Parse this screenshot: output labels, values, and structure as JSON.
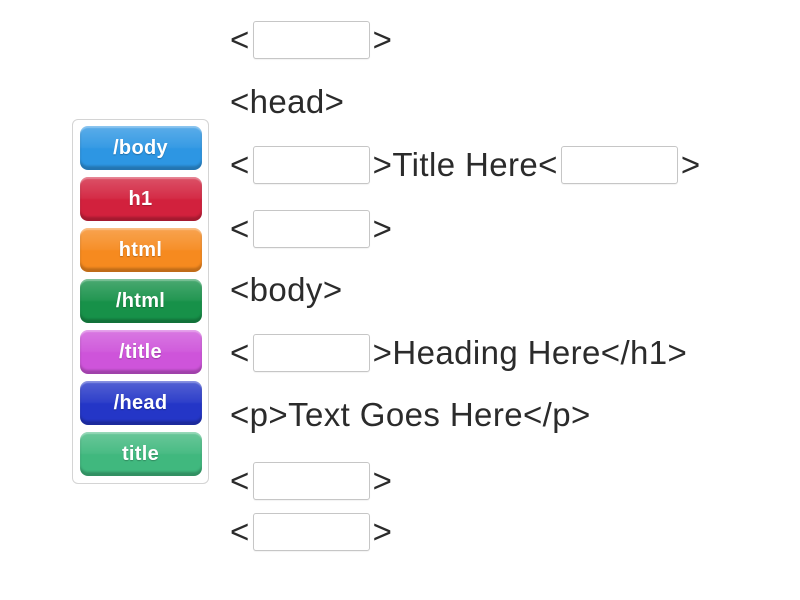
{
  "page": {
    "background": "#ffffff",
    "code_text_color": "#2b2b2b",
    "slot_border_color": "#c6c6c6"
  },
  "word_bank": {
    "tokens": [
      {
        "label": "/body",
        "color": "#2D96E3"
      },
      {
        "label": "h1",
        "color": "#D2213D"
      },
      {
        "label": "html",
        "color": "#F68A1F"
      },
      {
        "label": "/html",
        "color": "#179149"
      },
      {
        "label": "/title",
        "color": "#CE54DA"
      },
      {
        "label": "/head",
        "color": "#2436C7"
      },
      {
        "label": "title",
        "color": "#40B87E"
      }
    ]
  },
  "exercise": {
    "lines": [
      {
        "segments": [
          {
            "type": "text",
            "value": "<"
          },
          {
            "type": "blank"
          },
          {
            "type": "text",
            "value": ">"
          }
        ]
      },
      {
        "segments": [
          {
            "type": "text",
            "value": "<head>"
          }
        ]
      },
      {
        "segments": [
          {
            "type": "text",
            "value": "<"
          },
          {
            "type": "blank"
          },
          {
            "type": "text",
            "value": ">Title Here<"
          },
          {
            "type": "blank"
          },
          {
            "type": "text",
            "value": ">"
          }
        ]
      },
      {
        "segments": [
          {
            "type": "text",
            "value": "<"
          },
          {
            "type": "blank"
          },
          {
            "type": "text",
            "value": ">"
          }
        ]
      },
      {
        "segments": [
          {
            "type": "text",
            "value": "<body>"
          }
        ]
      },
      {
        "segments": [
          {
            "type": "text",
            "value": "<"
          },
          {
            "type": "blank"
          },
          {
            "type": "text",
            "value": ">Heading Here</h1>"
          }
        ]
      },
      {
        "segments": [
          {
            "type": "text",
            "value": "<p>Text Goes Here</p>"
          }
        ]
      },
      {
        "segments": [
          {
            "type": "text",
            "value": "<"
          },
          {
            "type": "blank"
          },
          {
            "type": "text",
            "value": ">"
          }
        ]
      },
      {
        "segments": [
          {
            "type": "text",
            "value": "<"
          },
          {
            "type": "blank"
          },
          {
            "type": "text",
            "value": ">"
          }
        ]
      }
    ]
  }
}
